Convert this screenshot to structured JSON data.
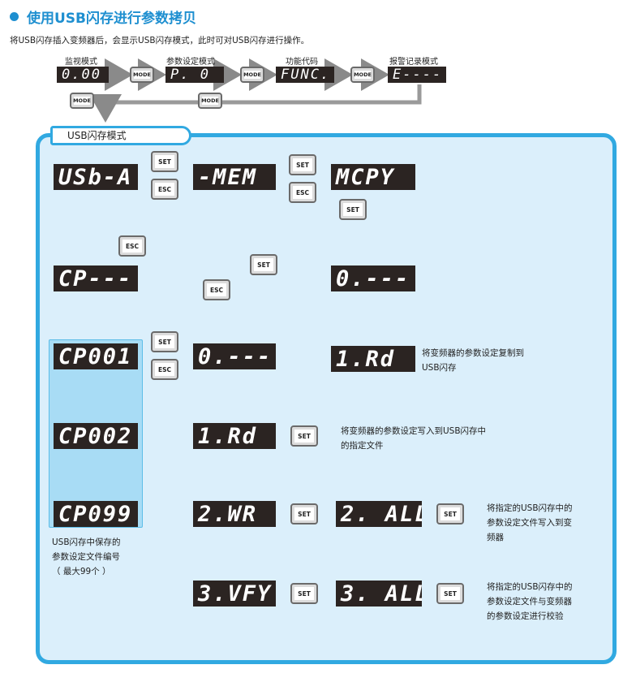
{
  "header": {
    "title": "使用USB闪存进行参数拷贝",
    "subtitle": "将USB闪存插入变频器后，会显示USB闪存模式，此时可对USB闪存进行操作。"
  },
  "top_modes": {
    "labels": [
      "监视模式",
      "参数设定模式",
      "功能代码",
      "报警记录模式"
    ],
    "displays": [
      "0.00",
      "P.    0",
      "FUNC.",
      "E----"
    ]
  },
  "keys": {
    "mode": "MODE",
    "set": "SET",
    "esc": "ESC"
  },
  "usb_panel": {
    "tab_label": "USB闪存模式",
    "displays": {
      "usb_a": "USb-A",
      "mem": "-MEM",
      "mcpy": "MCPY",
      "cp": "CP---",
      "zero_dash_right": "0.---",
      "one_rd_right": "1.Rd",
      "cp001": "CP001",
      "cp002": "CP002",
      "cp099": "CP099",
      "zero_dash_mid": "0.---",
      "one_rd_mid": "1.Rd",
      "two_wr": "2.WR",
      "two_all": "2. ALL",
      "three_vfy": "3.VFY",
      "three_all": "3. ALL"
    },
    "notes": {
      "copy_to_usb": [
        "将变频器的参数设定复制到",
        "USB闪存"
      ],
      "write_to_usb": [
        "将变频器的参数设定写入到USB闪存中",
        "的指定文件"
      ],
      "write_to_inverter": [
        "将指定的USB闪存中的",
        "参数设定文件写入到变",
        "频器"
      ],
      "verify": [
        "将指定的USB闪存中的",
        "参数设定文件与变频器",
        "的参数设定进行校验"
      ],
      "file_number": [
        "USB闪存中保存的",
        "参数设定文件编号",
        "（ 最大99个 ）"
      ]
    }
  },
  "colors": {
    "accent_blue": "#1e8fd0",
    "panel_border": "#31a9e1",
    "panel_fill": "#dbeffb",
    "lcd_bg": "#2b2422",
    "arrow_fill": "#e8e0cc"
  }
}
